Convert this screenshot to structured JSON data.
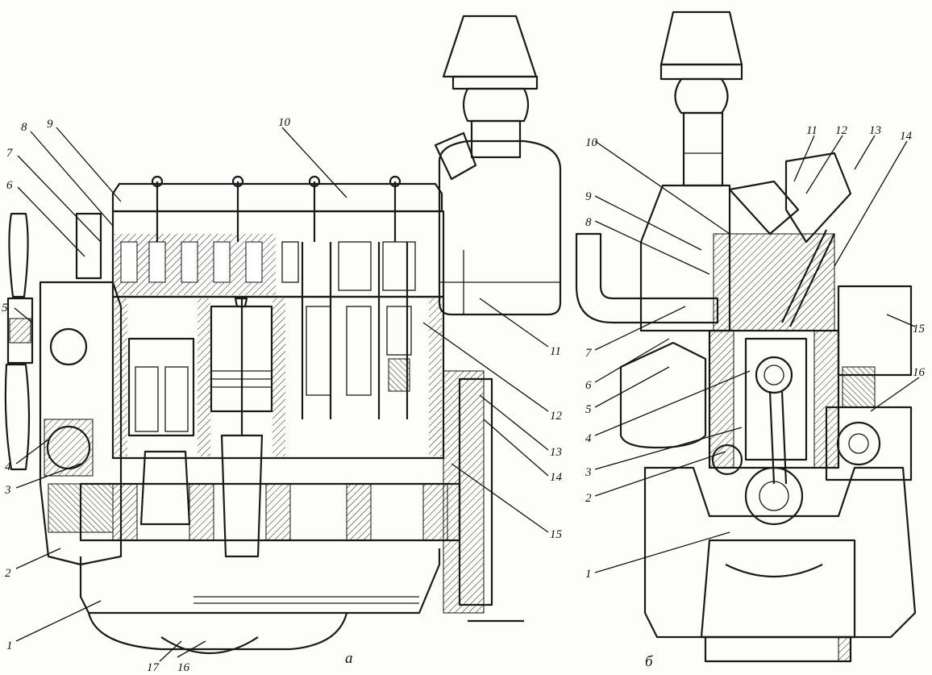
{
  "views": [
    {
      "caption": "а",
      "labels": [
        "1",
        "2",
        "3",
        "4",
        "5",
        "6",
        "7",
        "8",
        "9",
        "10",
        "11",
        "12",
        "13",
        "14",
        "15",
        "16",
        "17"
      ]
    },
    {
      "caption": "б",
      "labels": [
        "1",
        "2",
        "3",
        "4",
        "5",
        "6",
        "7",
        "8",
        "9",
        "10",
        "11",
        "12",
        "13",
        "14",
        "15",
        "16"
      ]
    }
  ]
}
